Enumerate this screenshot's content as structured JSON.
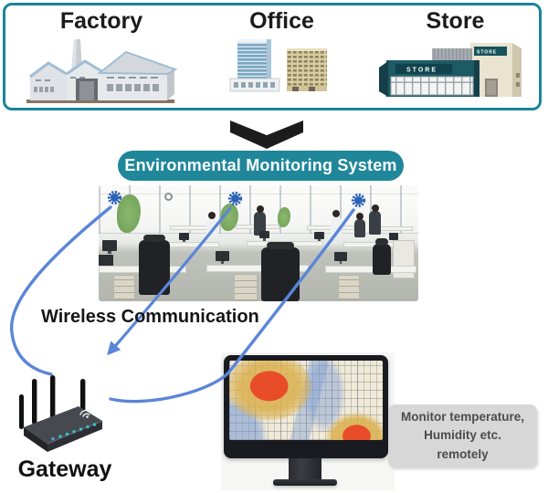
{
  "top_box": {
    "items": [
      {
        "label": "Factory"
      },
      {
        "label": "Office"
      },
      {
        "label": "Store"
      }
    ]
  },
  "banner": {
    "label": "Environmental Monitoring System"
  },
  "store_sign": "STORE",
  "sensors": {
    "icon": "gear-burst",
    "count": 3
  },
  "labels": {
    "wireless": "Wireless Communication",
    "gateway": "Gateway"
  },
  "note": {
    "lines": [
      "Monitor temperature,",
      "Humidity etc.",
      "remotely"
    ]
  },
  "colors": {
    "teal": "#20879a",
    "sensor_blue": "#2c63b4",
    "arrow_blue": "#5b85d7",
    "chevron_black": "#1c1c1c",
    "note_bg": "#d7d7d7",
    "note_text": "#4c4c4c",
    "heat_red": "#e84826",
    "heat_yellow": "#dbb252",
    "heat_blue": "#7496d4"
  }
}
